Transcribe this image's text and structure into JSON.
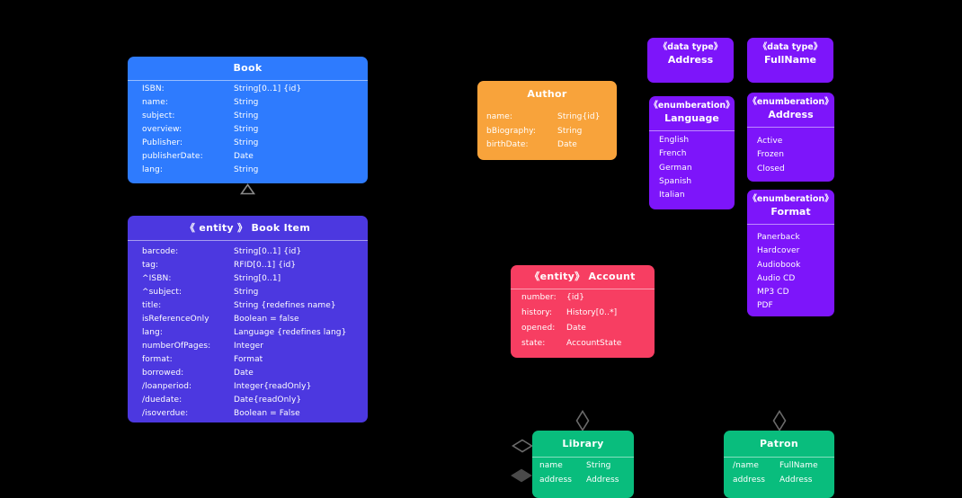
{
  "colors": {
    "background": "#000000",
    "book_blue": "#2E7BFE",
    "entity_purple": "#4C38E0",
    "author_orange": "#F8A33B",
    "type_violet": "#7D15FA",
    "account_pink": "#F73E62",
    "class_green": "#09BD7D"
  },
  "classes": {
    "book": {
      "title": "Book",
      "attributes": [
        {
          "name": "ISBN:",
          "type": "String[0..1] {id}"
        },
        {
          "name": "name:",
          "type": "String"
        },
        {
          "name": "subject:",
          "type": "String"
        },
        {
          "name": "overview:",
          "type": "String"
        },
        {
          "name": "Publisher:",
          "type": "String"
        },
        {
          "name": "publisherDate:",
          "type": "Date"
        },
        {
          "name": "lang:",
          "type": "String"
        }
      ]
    },
    "book_item": {
      "title": "《 entity 》 Book Item",
      "attributes": [
        {
          "name": "barcode:",
          "type": "String[0..1] {id}"
        },
        {
          "name": "tag:",
          "type": "RFID[0..1] {id}"
        },
        {
          "name": "^ISBN:",
          "type": "String[0..1]"
        },
        {
          "name": "^subject:",
          "type": "String"
        },
        {
          "name": "title:",
          "type": "String {redefines name}"
        },
        {
          "name": "isReferenceOnly",
          "type": "Boolean = false"
        },
        {
          "name": "lang:",
          "type": "Language {redefines lang}"
        },
        {
          "name": "numberOfPages:",
          "type": "Integer"
        },
        {
          "name": "format:",
          "type": "Format"
        },
        {
          "name": "borrowed:",
          "type": "Date"
        },
        {
          "name": "/loanperiod:",
          "type": "Integer{readOnly}"
        },
        {
          "name": "/duedate:",
          "type": "Date{readOnly}"
        },
        {
          "name": "/isoverdue:",
          "type": "Boolean = False"
        }
      ]
    },
    "author": {
      "title": "Author",
      "attributes": [
        {
          "name": "name:",
          "type": "String{id}"
        },
        {
          "name": "bBiography:",
          "type": "String"
        },
        {
          "name": "birthDate:",
          "type": "Date"
        }
      ]
    },
    "account": {
      "title": "《entity》 Account",
      "attributes": [
        {
          "name": "number:",
          "type": "{id}"
        },
        {
          "name": "history:",
          "type": "History[0..*]"
        },
        {
          "name": "opened:",
          "type": "Date"
        },
        {
          "name": "state:",
          "type": "AccountState"
        }
      ]
    },
    "library": {
      "title": "Library",
      "attributes": [
        {
          "name": "name",
          "type": "String"
        },
        {
          "name": "address",
          "type": "Address"
        }
      ]
    },
    "patron": {
      "title": "Patron",
      "attributes": [
        {
          "name": "/name",
          "type": "FullName"
        },
        {
          "name": "address",
          "type": "Address"
        }
      ]
    }
  },
  "data_types": [
    {
      "stereotype": "《data type》",
      "name": "Address"
    },
    {
      "stereotype": "《data type》",
      "name": "FullName"
    }
  ],
  "enumerations": [
    {
      "stereotype": "《enumberation》",
      "name": "Language",
      "values": [
        "English",
        "French",
        "German",
        "Spanish",
        "Italian"
      ]
    },
    {
      "stereotype": "《enumberation》",
      "name": "Address",
      "values": [
        "Active",
        "Frozen",
        "Closed"
      ]
    },
    {
      "stereotype": "《enumberation》",
      "name": "Format",
      "values": [
        "Panerback",
        "Hardcover",
        "Audiobook",
        "Audio CD",
        "MP3 CD",
        "PDF"
      ]
    }
  ],
  "connectors": {
    "generalization_below_book": "hollow triangle pointing up",
    "aggregation_above_library": "hollow diamond",
    "aggregation_above_patron": "hollow diamond",
    "aggregation_left_of_library": "hollow diamond",
    "composition_left_of_library": "filled diamond"
  }
}
